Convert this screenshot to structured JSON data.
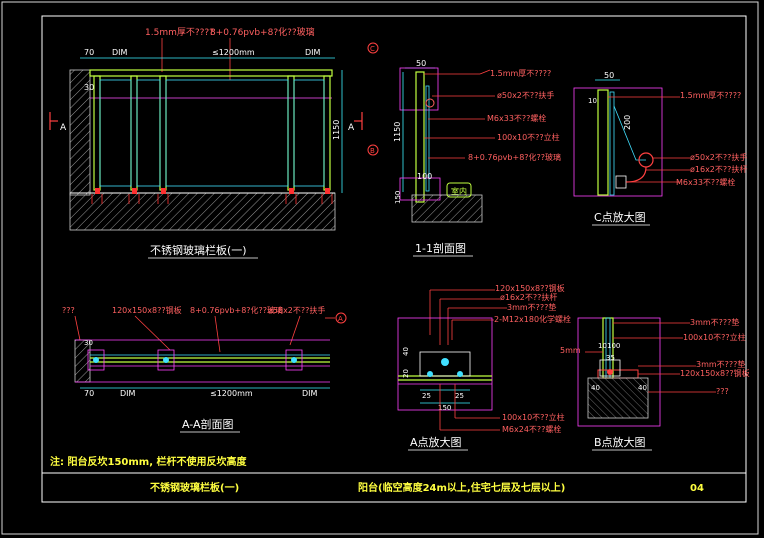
{
  "titles": {
    "main": "不锈钢玻璃栏板(一)",
    "section_11": "1-1剖面图",
    "detail_c": "C点放大图",
    "section_aa": "A-A剖面图",
    "detail_a": "A点放大图",
    "detail_b": "B点放大图"
  },
  "note": "注: 阳台反坎150mm, 栏杆不使用反坎高度",
  "footer": {
    "drawing_name": "不锈钢玻璃栏板(一)",
    "scope": "阳台(临空高度24m以上,住宅七层及七层以上)",
    "sheet": "04"
  },
  "elevation": {
    "top_label_1": "1.5mm厚不????",
    "top_label_2": "8+0.76pvb+8?化??玻璃",
    "dims_top": [
      "70",
      "DIM",
      "≤1200mm",
      "DIM"
    ],
    "dim_30": "30",
    "dim_1150": "1150",
    "marker_a": "A"
  },
  "section11": {
    "labels": [
      "1.5mm厚不????",
      "ø50x2不??扶手",
      "M6x33不??螺栓",
      "100x10不??立柱",
      "8+0.76pvb+8?化??玻璃"
    ],
    "dim_50": "50",
    "dim_1150": "1150",
    "dim_100": "100",
    "dim_150": "150",
    "marker_c": "C",
    "marker_b": "B",
    "box_label": "室内"
  },
  "detailC": {
    "labels": [
      "1.5mm厚不????",
      "ø50x2不??扶手",
      "ø16x2不??扶杆",
      "M6x33不??螺栓"
    ],
    "dim_50": "50",
    "dim_200": "200",
    "dim_10": "10"
  },
  "sectionAA": {
    "labels": [
      "???",
      "120x150x8??钢板",
      "8+0.76pvb+8?化??玻璃",
      "ø50x2不??扶手"
    ],
    "dims": [
      "70",
      "DIM",
      "≤1200mm",
      "DIM"
    ],
    "dim_30": "30",
    "marker_a": "A"
  },
  "detailA": {
    "labels": [
      "120x150x8??钢板",
      "ø16x2不??扶杆",
      "3mm不???垫",
      "2-M12x180化学螺栓",
      "100x10不??立柱",
      "M6x24不??螺栓"
    ],
    "dims": [
      "40",
      "20",
      "25",
      "25",
      "150"
    ]
  },
  "detailB": {
    "labels": [
      "3mm不???垫",
      "100x10不??立柱",
      "3mm不???垫",
      "120x150x8??钢板",
      "???",
      "5mm"
    ],
    "dims": [
      "10",
      "100",
      "40",
      "40",
      "35"
    ]
  }
}
